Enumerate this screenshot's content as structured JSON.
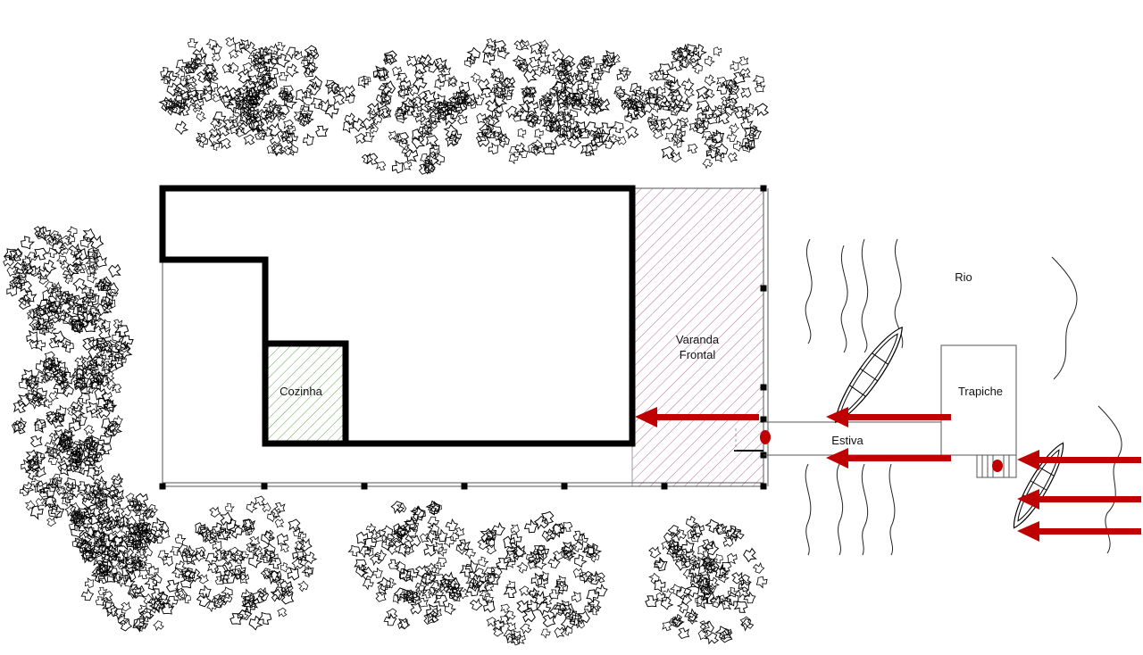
{
  "labels": {
    "cozinha": "Cozinha",
    "varanda_line1": "Varanda",
    "varanda_line2": "Frontal",
    "estiva": "Estiva",
    "trapiche": "Trapiche",
    "rio": "Rio"
  },
  "colors": {
    "wall": "#000000",
    "kitchen_hatch": "#5aa84a",
    "porch_hatch": "#b36a9e",
    "arrow": "#c00000",
    "marker": "#c00000"
  },
  "icons": {
    "tree": "tree-canopy-icon",
    "boat": "canoe-icon",
    "arrow": "flow-arrow-icon",
    "post": "post-marker-icon"
  }
}
